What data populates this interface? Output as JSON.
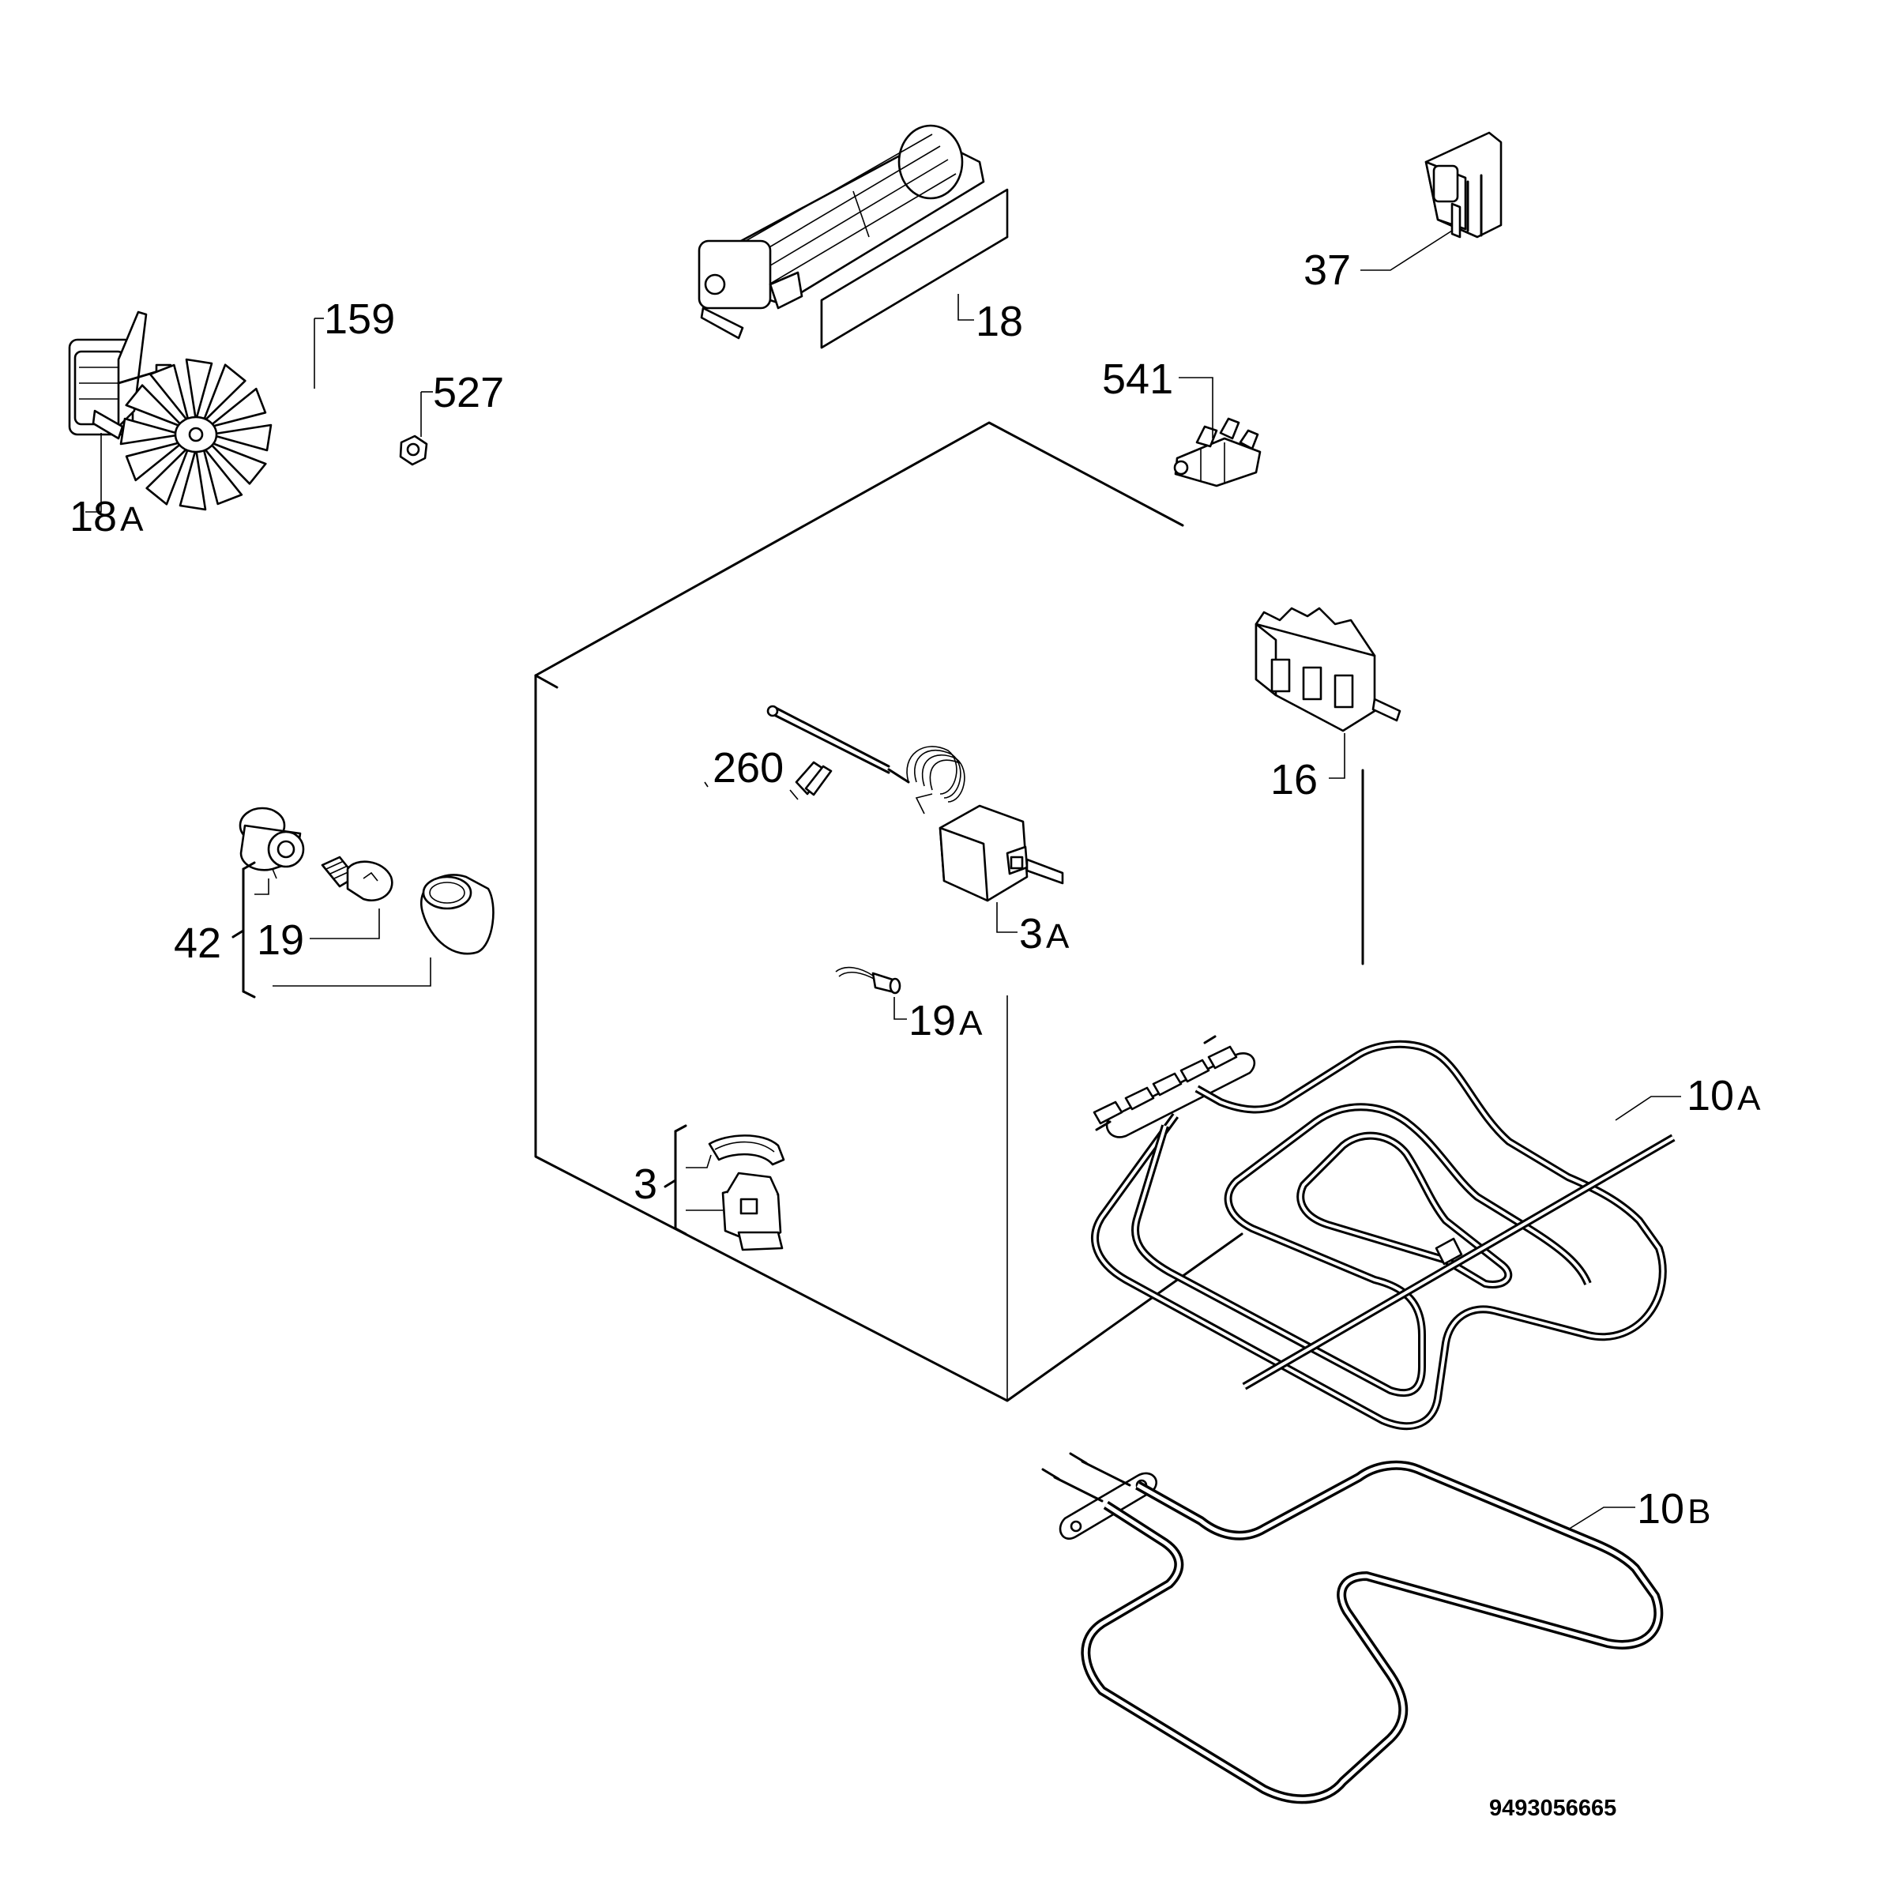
{
  "drawing_code": "9493056665",
  "parts": [
    {
      "id": "fan-motor",
      "num": "18",
      "suffix": "A"
    },
    {
      "id": "fan-blade",
      "num": "159",
      "suffix": ""
    },
    {
      "id": "nut",
      "num": "527",
      "suffix": ""
    },
    {
      "id": "tangential-fan",
      "num": "18",
      "suffix": ""
    },
    {
      "id": "door-switch",
      "num": "37",
      "suffix": ""
    },
    {
      "id": "terminal-block",
      "num": "541",
      "suffix": ""
    },
    {
      "id": "selector-switch",
      "num": "16",
      "suffix": ""
    },
    {
      "id": "thermostat-probe",
      "num": "260",
      "suffix": ""
    },
    {
      "id": "thermostat",
      "num": "3",
      "suffix": "A"
    },
    {
      "id": "lamp-kit",
      "num": "42",
      "suffix": ""
    },
    {
      "id": "lamp-bulb",
      "num": "19",
      "suffix": ""
    },
    {
      "id": "indicator-lamp",
      "num": "19",
      "suffix": "A"
    },
    {
      "id": "safety-thermostat",
      "num": "3",
      "suffix": ""
    },
    {
      "id": "top-grill-element",
      "num": "10",
      "suffix": "A"
    },
    {
      "id": "bottom-element",
      "num": "10",
      "suffix": "B"
    }
  ]
}
